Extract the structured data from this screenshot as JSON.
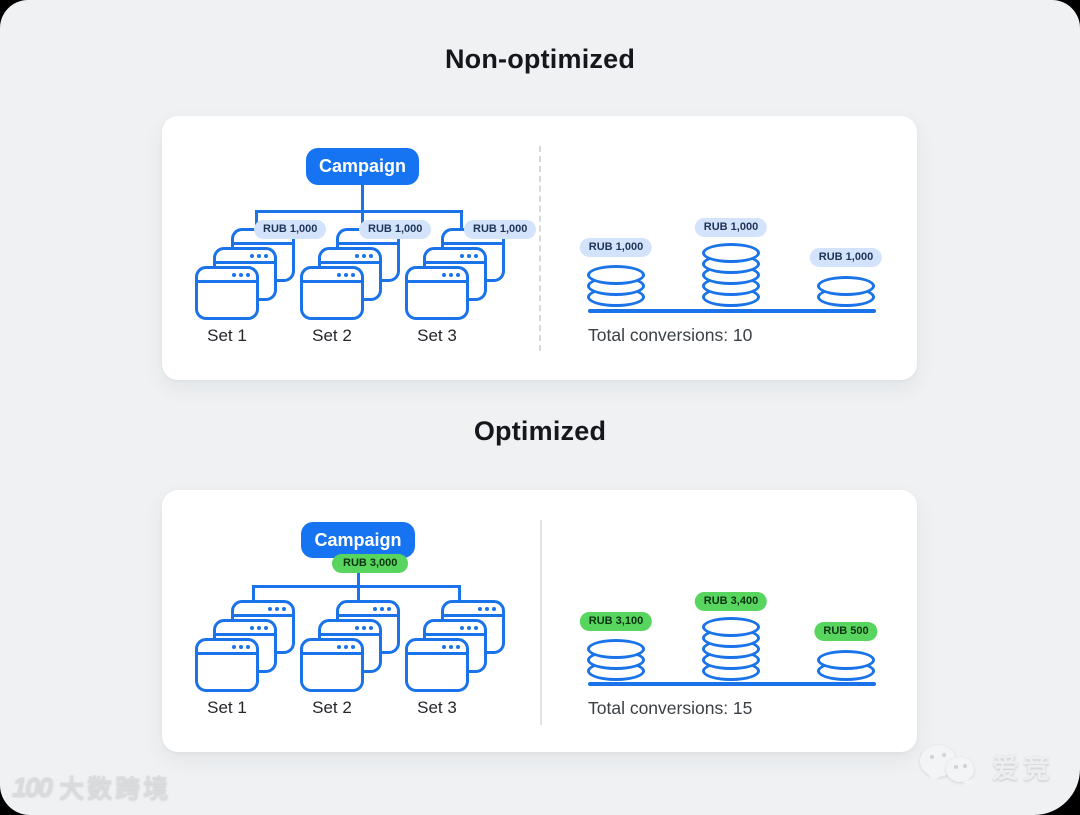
{
  "colors": {
    "background": "#eff1f3",
    "accent_blue": "#1a73e8",
    "badge_blue_bg": "#d3e3fc",
    "badge_green_bg": "#58d55e",
    "card_bg": "#ffffff"
  },
  "sections": [
    {
      "title": "Non-optimized",
      "badge_color": "blue",
      "campaign": {
        "label": "Campaign",
        "budget_badge": null
      },
      "ad_sets": [
        {
          "label": "Set 1",
          "budget_badge": "RUB 1,000",
          "windows": 3
        },
        {
          "label": "Set 2",
          "budget_badge": "RUB 1,000",
          "windows": 3
        },
        {
          "label": "Set 3",
          "budget_badge": "RUB 1,000",
          "windows": 3
        }
      ],
      "results": {
        "coin_stacks": [
          {
            "badge": "RUB 1,000",
            "coins": 3
          },
          {
            "badge": "RUB 1,000",
            "coins": 5
          },
          {
            "badge": "RUB 1,000",
            "coins": 2
          }
        ],
        "total_label": "Total conversions: 10"
      }
    },
    {
      "title": "Optimized",
      "badge_color": "green",
      "campaign": {
        "label": "Campaign",
        "budget_badge": "RUB 3,000"
      },
      "ad_sets": [
        {
          "label": "Set 1",
          "budget_badge": null,
          "windows": 3
        },
        {
          "label": "Set 2",
          "budget_badge": null,
          "windows": 3
        },
        {
          "label": "Set 3",
          "budget_badge": null,
          "windows": 3
        }
      ],
      "results": {
        "coin_stacks": [
          {
            "badge": "RUB 3,100",
            "coins": 3
          },
          {
            "badge": "RUB 3,400",
            "coins": 5
          },
          {
            "badge": "RUB 500",
            "coins": 2
          }
        ],
        "total_label": "Total conversions: 15"
      }
    }
  ],
  "watermarks": {
    "bottom_left_logo": "100",
    "bottom_left_text": "大数跨境",
    "bottom_right_text": "爱竞"
  }
}
